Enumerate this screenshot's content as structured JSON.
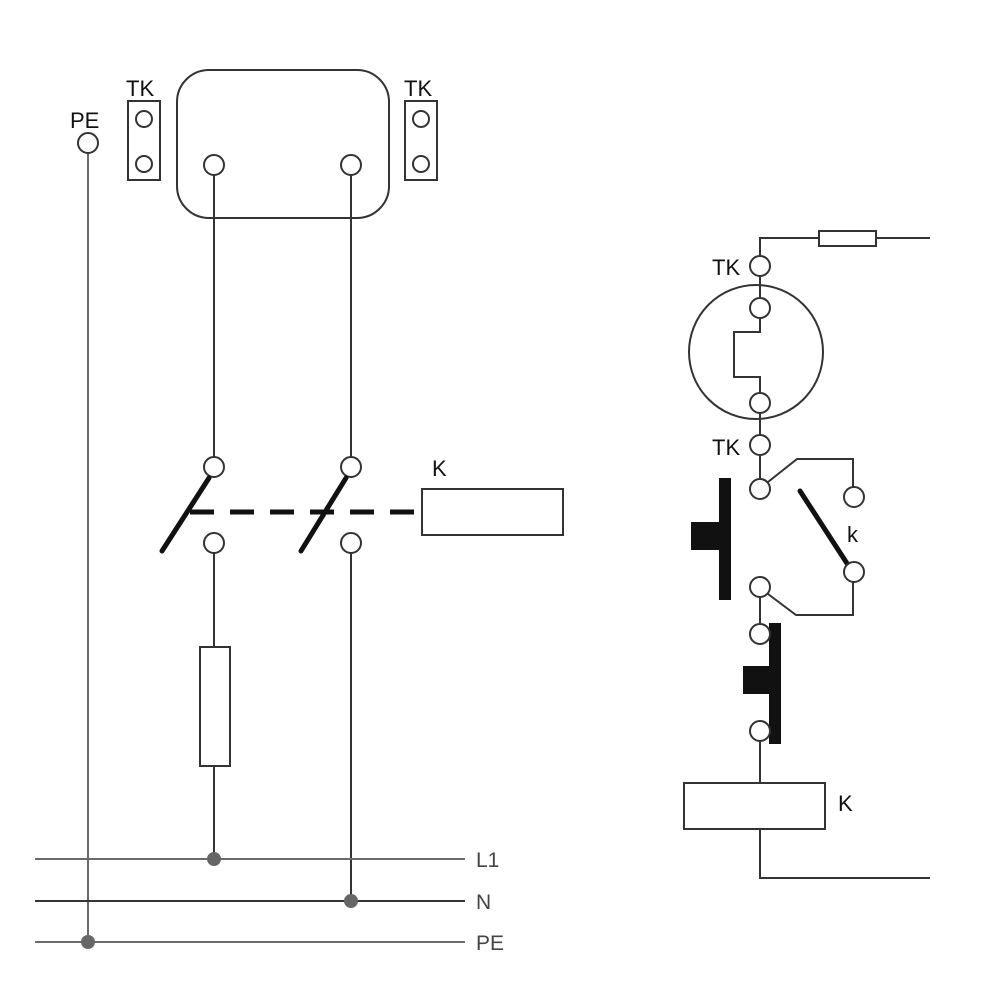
{
  "left_circuit": {
    "pe_terminal_label": "PE",
    "tk_left_label": "TK",
    "tk_right_label": "TK",
    "contactor_label": "K",
    "bus_labels": {
      "l1": "L1",
      "n": "N",
      "pe": "PE"
    }
  },
  "right_circuit": {
    "tk_top_label": "TK",
    "tk_bottom_label": "TK",
    "aux_contact_label": "k",
    "coil_label": "K"
  },
  "colors": {
    "line": "#333333",
    "bus_line": "#6a6a6a",
    "symbol_fill": "#111111"
  }
}
